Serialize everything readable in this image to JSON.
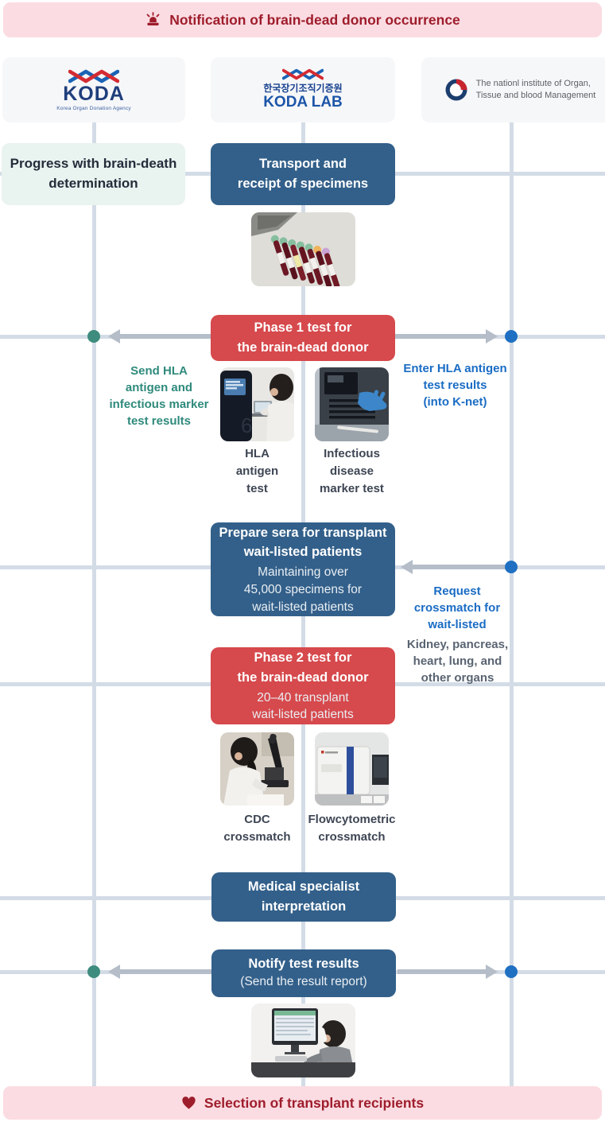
{
  "top_banner": {
    "label": "Notification of brain-dead donor occurrence",
    "icon": "siren-icon"
  },
  "bottom_banner": {
    "label": "Selection of transplant recipients",
    "icon": "heart-icon"
  },
  "organizations": {
    "koda": {
      "name": "KODA",
      "subtitle": "Korea Organ Donation Agency"
    },
    "koda_lab": {
      "korean_name": "한국장기조직기증원",
      "name": "KODA LAB"
    },
    "nibmt": {
      "name": "The nationl institute of Organ,\nTissue and blood Management"
    }
  },
  "flow": {
    "progress": {
      "title": "Progress with brain-death\ndetermination"
    },
    "transport": {
      "title": "Transport and\nreceipt of specimens"
    },
    "phase1": {
      "title": "Phase 1 test for\nthe brain-dead donor"
    },
    "prepare_sera": {
      "title": "Prepare sera for transplant\nwait-listed patients",
      "subtitle": "Maintaining over\n45,000 specimens for\nwait-listed patients"
    },
    "phase2": {
      "title": "Phase 2 test for\nthe brain-dead donor",
      "subtitle": "20–40 transplant\nwait-listed patients"
    },
    "interpretation": {
      "title": "Medical specialist\ninterpretation"
    },
    "notify": {
      "title": "Notify test results",
      "subtitle": "(Send the result report)"
    }
  },
  "annotations": {
    "send_hla": "Send HLA\nantigen and\ninfectious marker\ntest results",
    "enter_hla": "Enter HLA antigen\ntest results\n(into K-net)",
    "request_crossmatch": "Request\ncrossmatch for\nwait-listed",
    "organ_list": "Kidney, pancreas,\nheart, lung, and\nother organs"
  },
  "captions": {
    "hla_test": "HLA\nantigen\ntest",
    "infectious_test": "Infectious\ndisease\nmarker test",
    "cdc": "CDC\ncrossmatch",
    "flow_cytometric": "Flowcytometric\ncrossmatch"
  },
  "colors": {
    "banner_pink": "#FBDCE2",
    "banner_red": "#9E1D2C",
    "box_red": "#D6494C",
    "box_blue": "#33608A",
    "box_mint": "#E9F3F0",
    "teal_text": "#2F8A7C",
    "blue_text": "#1A6CC4",
    "gray_text": "#5A6472",
    "connector": "#D3DCE6",
    "arrow": "#B4BDC8",
    "teal_dot": "#3E8C7D",
    "blue_dot": "#1F70C2"
  }
}
